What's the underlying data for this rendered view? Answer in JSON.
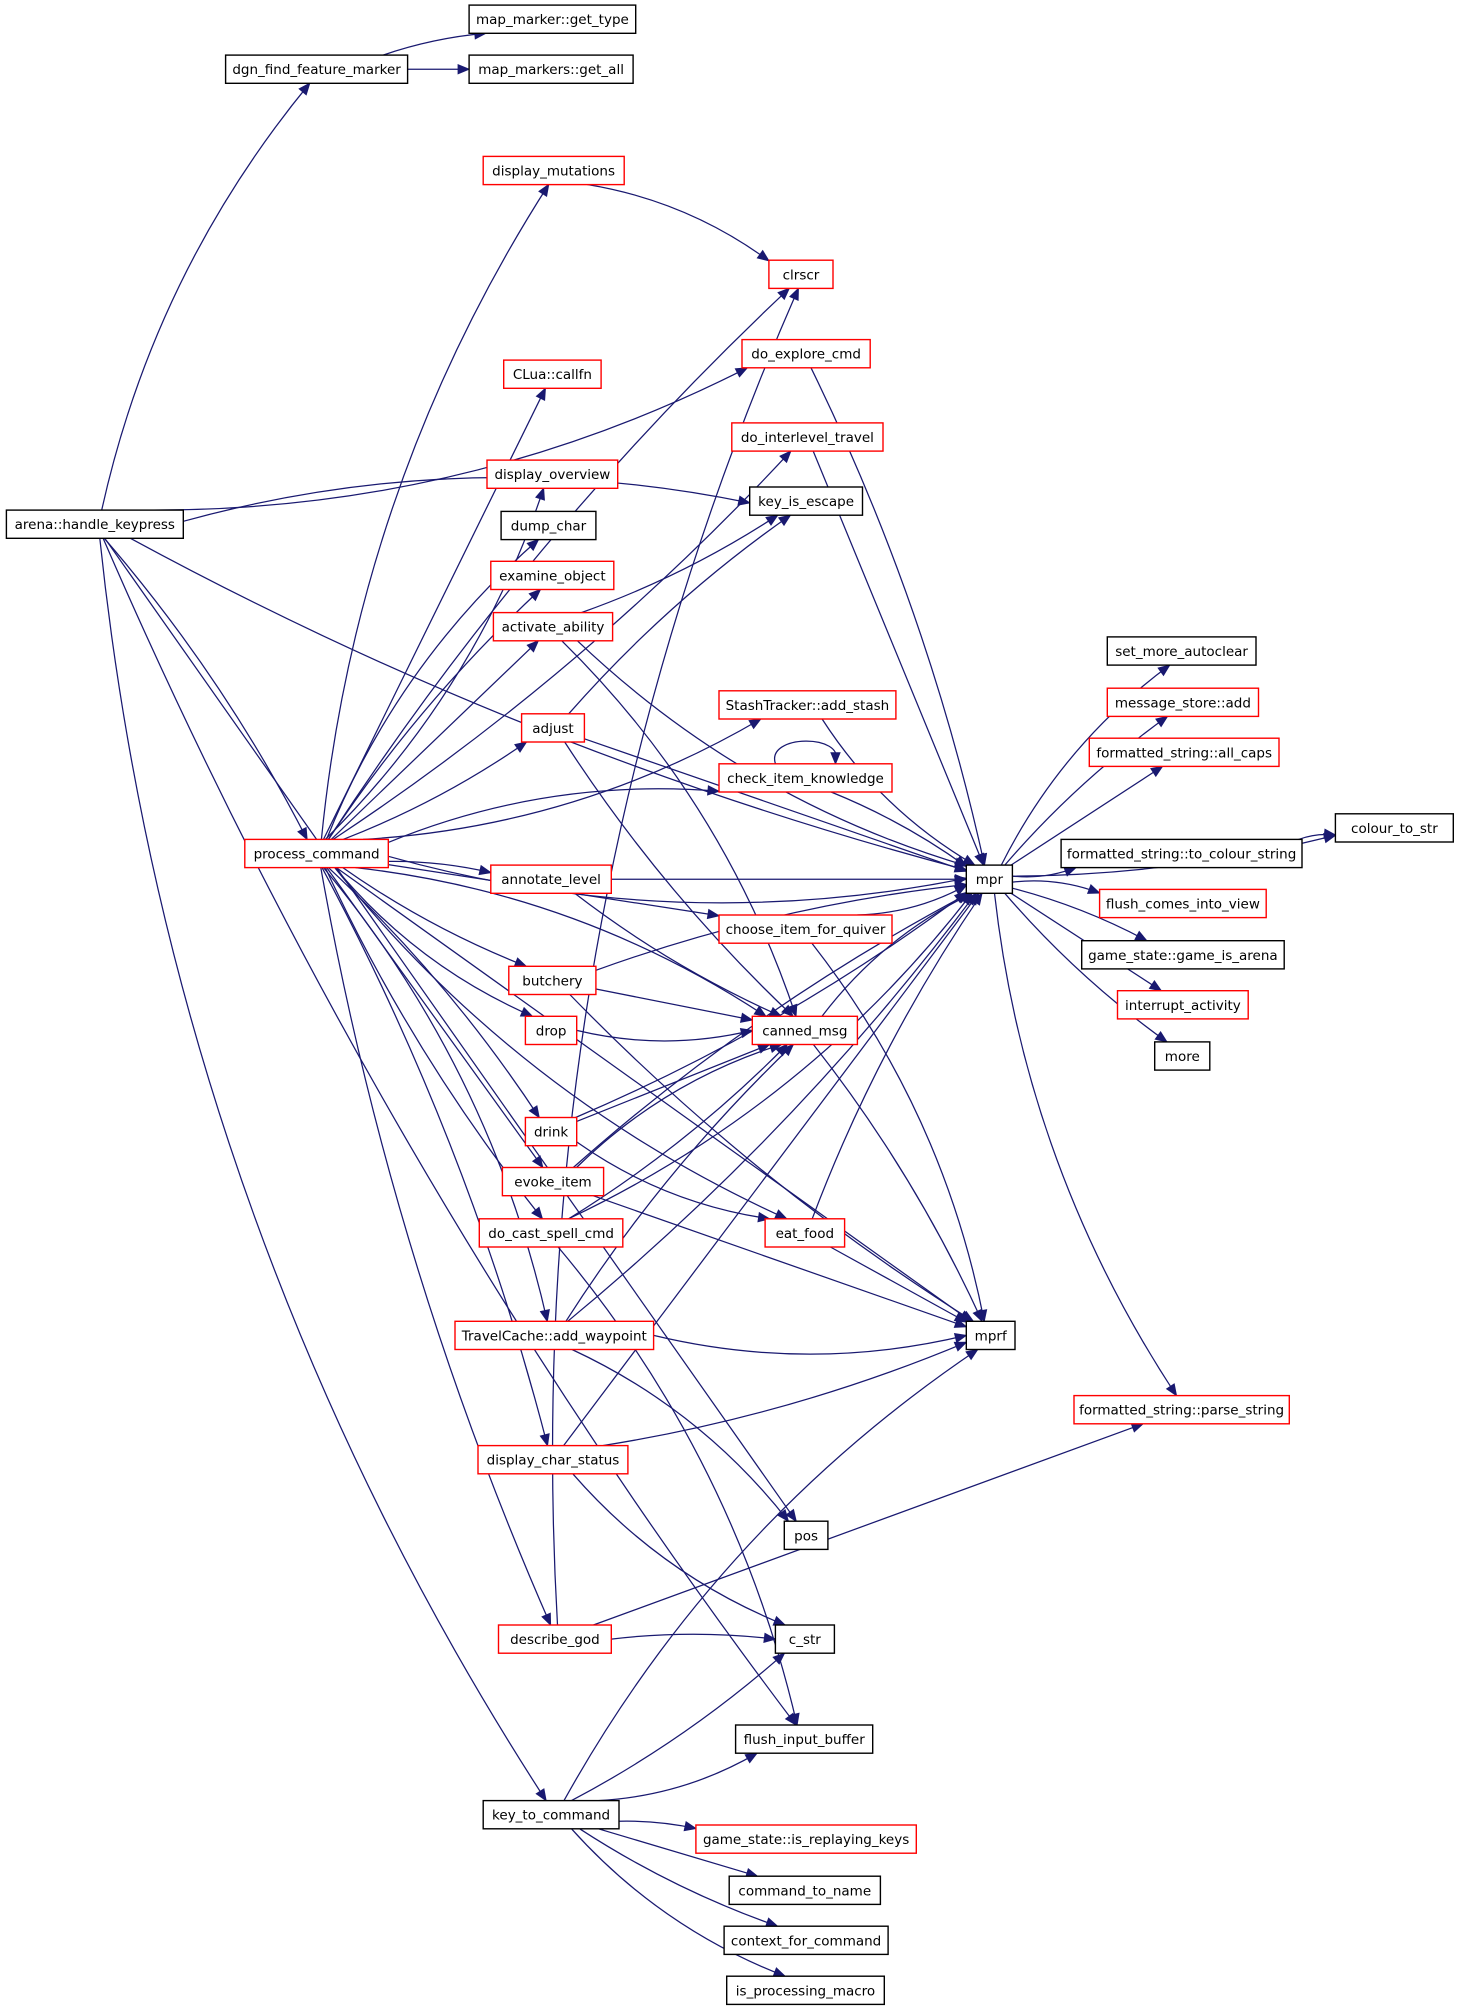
{
  "colors": {
    "edge": "#191970",
    "border_documented": "#000000",
    "border_undocumented": "#ff0000",
    "root_fill": "#bfbfbf",
    "text": "#000000"
  },
  "nodes": [
    {
      "id": "handle_keypress",
      "label": "arena::handle_keypress",
      "style": "root"
    },
    {
      "id": "dgn_find",
      "label": "dgn_find_feature_marker",
      "style": "black"
    },
    {
      "id": "get_type",
      "label": "map_marker::get_type",
      "style": "black"
    },
    {
      "id": "get_all",
      "label": "map_markers::get_all",
      "style": "black"
    },
    {
      "id": "display_mutations",
      "label": "display_mutations",
      "style": "red"
    },
    {
      "id": "clrscr",
      "label": "clrscr",
      "style": "red"
    },
    {
      "id": "do_explore_cmd",
      "label": "do_explore_cmd",
      "style": "red"
    },
    {
      "id": "clua_callfn",
      "label": "CLua::callfn",
      "style": "red"
    },
    {
      "id": "do_interlevel_travel",
      "label": "do_interlevel_travel",
      "style": "red"
    },
    {
      "id": "display_overview",
      "label": "display_overview",
      "style": "red"
    },
    {
      "id": "key_is_escape",
      "label": "key_is_escape",
      "style": "black"
    },
    {
      "id": "dump_char",
      "label": "dump_char",
      "style": "black"
    },
    {
      "id": "examine_object",
      "label": "examine_object",
      "style": "red"
    },
    {
      "id": "activate_ability",
      "label": "activate_ability",
      "style": "red"
    },
    {
      "id": "set_more_autoclear",
      "label": "set_more_autoclear",
      "style": "black"
    },
    {
      "id": "message_store_add",
      "label": "message_store::add",
      "style": "red"
    },
    {
      "id": "stash_add",
      "label": "StashTracker::add_stash",
      "style": "red"
    },
    {
      "id": "adjust",
      "label": "adjust",
      "style": "red"
    },
    {
      "id": "all_caps",
      "label": "formatted_string::all_caps",
      "style": "red"
    },
    {
      "id": "check_item_knowledge",
      "label": "check_item_knowledge",
      "style": "red"
    },
    {
      "id": "colour_to_str",
      "label": "colour_to_str",
      "style": "black"
    },
    {
      "id": "process_command",
      "label": "process_command",
      "style": "red"
    },
    {
      "id": "to_colour_string",
      "label": "formatted_string::to_colour_string",
      "style": "black"
    },
    {
      "id": "annotate_level",
      "label": "annotate_level",
      "style": "red"
    },
    {
      "id": "mpr",
      "label": "mpr",
      "style": "black"
    },
    {
      "id": "flush_comes",
      "label": "flush_comes_into_view",
      "style": "red"
    },
    {
      "id": "choose_quiver",
      "label": "choose_item_for_quiver",
      "style": "red"
    },
    {
      "id": "game_is_arena",
      "label": "game_state::game_is_arena",
      "style": "black"
    },
    {
      "id": "butchery",
      "label": "butchery",
      "style": "red"
    },
    {
      "id": "interrupt_activity",
      "label": "interrupt_activity",
      "style": "red"
    },
    {
      "id": "drop",
      "label": "drop",
      "style": "red"
    },
    {
      "id": "canned_msg",
      "label": "canned_msg",
      "style": "red"
    },
    {
      "id": "more",
      "label": "more",
      "style": "black"
    },
    {
      "id": "drink",
      "label": "drink",
      "style": "red"
    },
    {
      "id": "evoke_item",
      "label": "evoke_item",
      "style": "red"
    },
    {
      "id": "do_cast_spell_cmd",
      "label": "do_cast_spell_cmd",
      "style": "red"
    },
    {
      "id": "eat_food",
      "label": "eat_food",
      "style": "red"
    },
    {
      "id": "add_waypoint",
      "label": "TravelCache::add_waypoint",
      "style": "red"
    },
    {
      "id": "mprf",
      "label": "mprf",
      "style": "black"
    },
    {
      "id": "parse_string",
      "label": "formatted_string::parse_string",
      "style": "red"
    },
    {
      "id": "display_char_status",
      "label": "display_char_status",
      "style": "red"
    },
    {
      "id": "pos",
      "label": "pos",
      "style": "black"
    },
    {
      "id": "describe_god",
      "label": "describe_god",
      "style": "red"
    },
    {
      "id": "c_str",
      "label": "c_str",
      "style": "black"
    },
    {
      "id": "flush_input_buffer",
      "label": "flush_input_buffer",
      "style": "black"
    },
    {
      "id": "key_to_command",
      "label": "key_to_command",
      "style": "black"
    },
    {
      "id": "is_replaying_keys",
      "label": "game_state::is_replaying_keys",
      "style": "red"
    },
    {
      "id": "command_to_name",
      "label": "command_to_name",
      "style": "black"
    },
    {
      "id": "context_for_command",
      "label": "context_for_command",
      "style": "black"
    },
    {
      "id": "is_processing_macro",
      "label": "is_processing_macro",
      "style": "black"
    }
  ],
  "edges": [
    [
      "handle_keypress",
      "dgn_find"
    ],
    [
      "dgn_find",
      "get_type"
    ],
    [
      "dgn_find",
      "get_all"
    ],
    [
      "handle_keypress",
      "mpr"
    ],
    [
      "handle_keypress",
      "do_explore_cmd"
    ],
    [
      "handle_keypress",
      "key_is_escape"
    ],
    [
      "handle_keypress",
      "process_command"
    ],
    [
      "handle_keypress",
      "pos"
    ],
    [
      "handle_keypress",
      "flush_input_buffer"
    ],
    [
      "handle_keypress",
      "key_to_command"
    ],
    [
      "process_command",
      "display_mutations"
    ],
    [
      "process_command",
      "clrscr"
    ],
    [
      "process_command",
      "clua_callfn"
    ],
    [
      "process_command",
      "do_interlevel_travel"
    ],
    [
      "process_command",
      "display_overview"
    ],
    [
      "process_command",
      "dump_char"
    ],
    [
      "process_command",
      "examine_object"
    ],
    [
      "process_command",
      "activate_ability"
    ],
    [
      "process_command",
      "adjust"
    ],
    [
      "process_command",
      "stash_add"
    ],
    [
      "process_command",
      "check_item_knowledge"
    ],
    [
      "process_command",
      "annotate_level"
    ],
    [
      "process_command",
      "choose_quiver"
    ],
    [
      "process_command",
      "butchery"
    ],
    [
      "process_command",
      "drop"
    ],
    [
      "process_command",
      "canned_msg"
    ],
    [
      "process_command",
      "drink"
    ],
    [
      "process_command",
      "evoke_item"
    ],
    [
      "process_command",
      "do_cast_spell_cmd"
    ],
    [
      "process_command",
      "eat_food"
    ],
    [
      "process_command",
      "add_waypoint"
    ],
    [
      "process_command",
      "display_char_status"
    ],
    [
      "process_command",
      "mprf"
    ],
    [
      "process_command",
      "describe_god"
    ],
    [
      "process_command",
      "mpr"
    ],
    [
      "display_mutations",
      "clrscr"
    ],
    [
      "do_explore_cmd",
      "mpr"
    ],
    [
      "do_interlevel_travel",
      "mpr"
    ],
    [
      "activate_ability",
      "key_is_escape"
    ],
    [
      "activate_ability",
      "mpr"
    ],
    [
      "activate_ability",
      "canned_msg"
    ],
    [
      "adjust",
      "key_is_escape"
    ],
    [
      "adjust",
      "mpr"
    ],
    [
      "adjust",
      "canned_msg"
    ],
    [
      "stash_add",
      "mpr"
    ],
    [
      "check_item_knowledge",
      "check_item_knowledge"
    ],
    [
      "check_item_knowledge",
      "mpr"
    ],
    [
      "annotate_level",
      "mpr"
    ],
    [
      "annotate_level",
      "canned_msg"
    ],
    [
      "choose_quiver",
      "mpr"
    ],
    [
      "choose_quiver",
      "mprf"
    ],
    [
      "butchery",
      "mpr"
    ],
    [
      "butchery",
      "canned_msg"
    ],
    [
      "butchery",
      "mprf"
    ],
    [
      "drop",
      "canned_msg"
    ],
    [
      "canned_msg",
      "mpr"
    ],
    [
      "canned_msg",
      "mprf"
    ],
    [
      "drink",
      "canned_msg"
    ],
    [
      "drink",
      "mpr"
    ],
    [
      "drink",
      "eat_food"
    ],
    [
      "evoke_item",
      "canned_msg"
    ],
    [
      "evoke_item",
      "mpr"
    ],
    [
      "evoke_item",
      "mprf"
    ],
    [
      "do_cast_spell_cmd",
      "canned_msg"
    ],
    [
      "do_cast_spell_cmd",
      "mpr"
    ],
    [
      "do_cast_spell_cmd",
      "flush_input_buffer"
    ],
    [
      "eat_food",
      "mpr"
    ],
    [
      "eat_food",
      "mprf"
    ],
    [
      "add_waypoint",
      "mpr"
    ],
    [
      "add_waypoint",
      "mprf"
    ],
    [
      "add_waypoint",
      "pos"
    ],
    [
      "add_waypoint",
      "canned_msg"
    ],
    [
      "display_char_status",
      "mpr"
    ],
    [
      "display_char_status",
      "mprf"
    ],
    [
      "display_char_status",
      "c_str"
    ],
    [
      "describe_god",
      "clrscr"
    ],
    [
      "describe_god",
      "c_str"
    ],
    [
      "describe_god",
      "parse_string"
    ],
    [
      "key_to_command",
      "c_str"
    ],
    [
      "key_to_command",
      "flush_input_buffer"
    ],
    [
      "key_to_command",
      "mprf"
    ],
    [
      "key_to_command",
      "is_replaying_keys"
    ],
    [
      "key_to_command",
      "command_to_name"
    ],
    [
      "key_to_command",
      "context_for_command"
    ],
    [
      "key_to_command",
      "is_processing_macro"
    ],
    [
      "mpr",
      "set_more_autoclear"
    ],
    [
      "mpr",
      "message_store_add"
    ],
    [
      "mpr",
      "all_caps"
    ],
    [
      "mpr",
      "colour_to_str"
    ],
    [
      "mpr",
      "to_colour_string"
    ],
    [
      "mpr",
      "flush_comes"
    ],
    [
      "mpr",
      "game_is_arena"
    ],
    [
      "mpr",
      "interrupt_activity"
    ],
    [
      "mpr",
      "more"
    ],
    [
      "mpr",
      "parse_string"
    ],
    [
      "to_colour_string",
      "colour_to_str"
    ]
  ]
}
